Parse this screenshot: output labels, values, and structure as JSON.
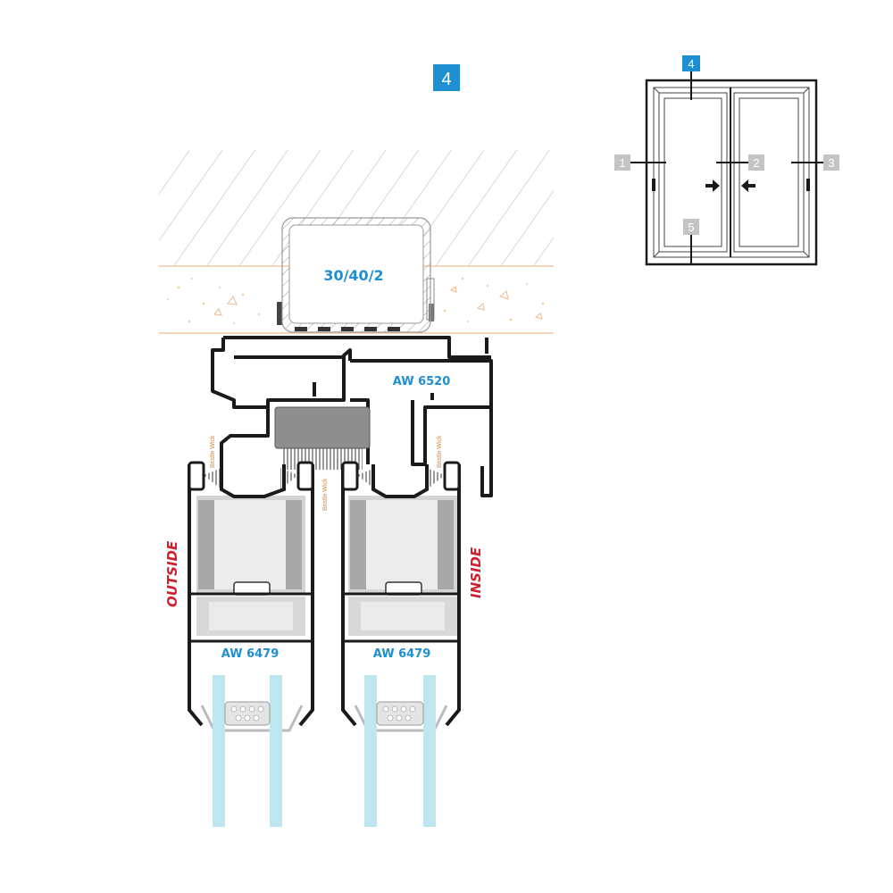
{
  "section_badge": "4",
  "profiles": {
    "steel_tube": "30/40/2",
    "frame": "AW 6520",
    "sash_left": "AW 6479",
    "sash_right": "AW 6479"
  },
  "seal_labels": {
    "left": "Bristle Wick",
    "center": "Bristle Wick",
    "right": "Bristle Wick"
  },
  "side_labels": {
    "outside": "OUTSIDE",
    "inside": "INSIDE"
  },
  "key_plan": {
    "marker_top": "4",
    "marker_left": "1",
    "marker_center": "2",
    "marker_right": "3",
    "marker_bottom": "5"
  },
  "colors": {
    "accent_blue": "#1e8fd0",
    "label_red": "#d0202e",
    "profile_outline": "#1a1a1a",
    "glass": "#bfe6ee",
    "wick_orange": "#d28a3a",
    "marker_grey": "#c4c4c4"
  }
}
